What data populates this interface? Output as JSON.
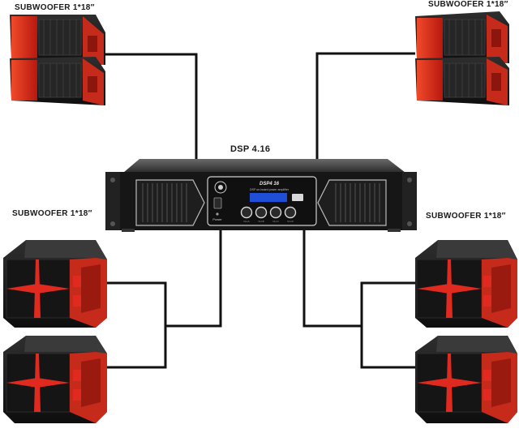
{
  "labels": {
    "sub_top_left": "SUBWOOFER 1*18″",
    "sub_top_right": "SUBWOOFER 1*18″",
    "sub_mid_left": "SUBWOOFER 1*18″",
    "sub_mid_right": "SUBWOOFER 1*18″",
    "amp_title": "DSP 4.16"
  },
  "amplifier": {
    "panel_model": "DSP4 16",
    "panel_subtitle": "DSP on-board power amplifier",
    "power_label": "Power",
    "channel_labels": [
      "CH-A",
      "CH-B",
      "CH-C",
      "CH-D"
    ]
  },
  "colors": {
    "cable": "#111111",
    "cabinet_black": "#1b1b1b",
    "cabinet_red": "#d8261c",
    "amp_body": "#161616",
    "amp_display": "#1f4fd6"
  }
}
